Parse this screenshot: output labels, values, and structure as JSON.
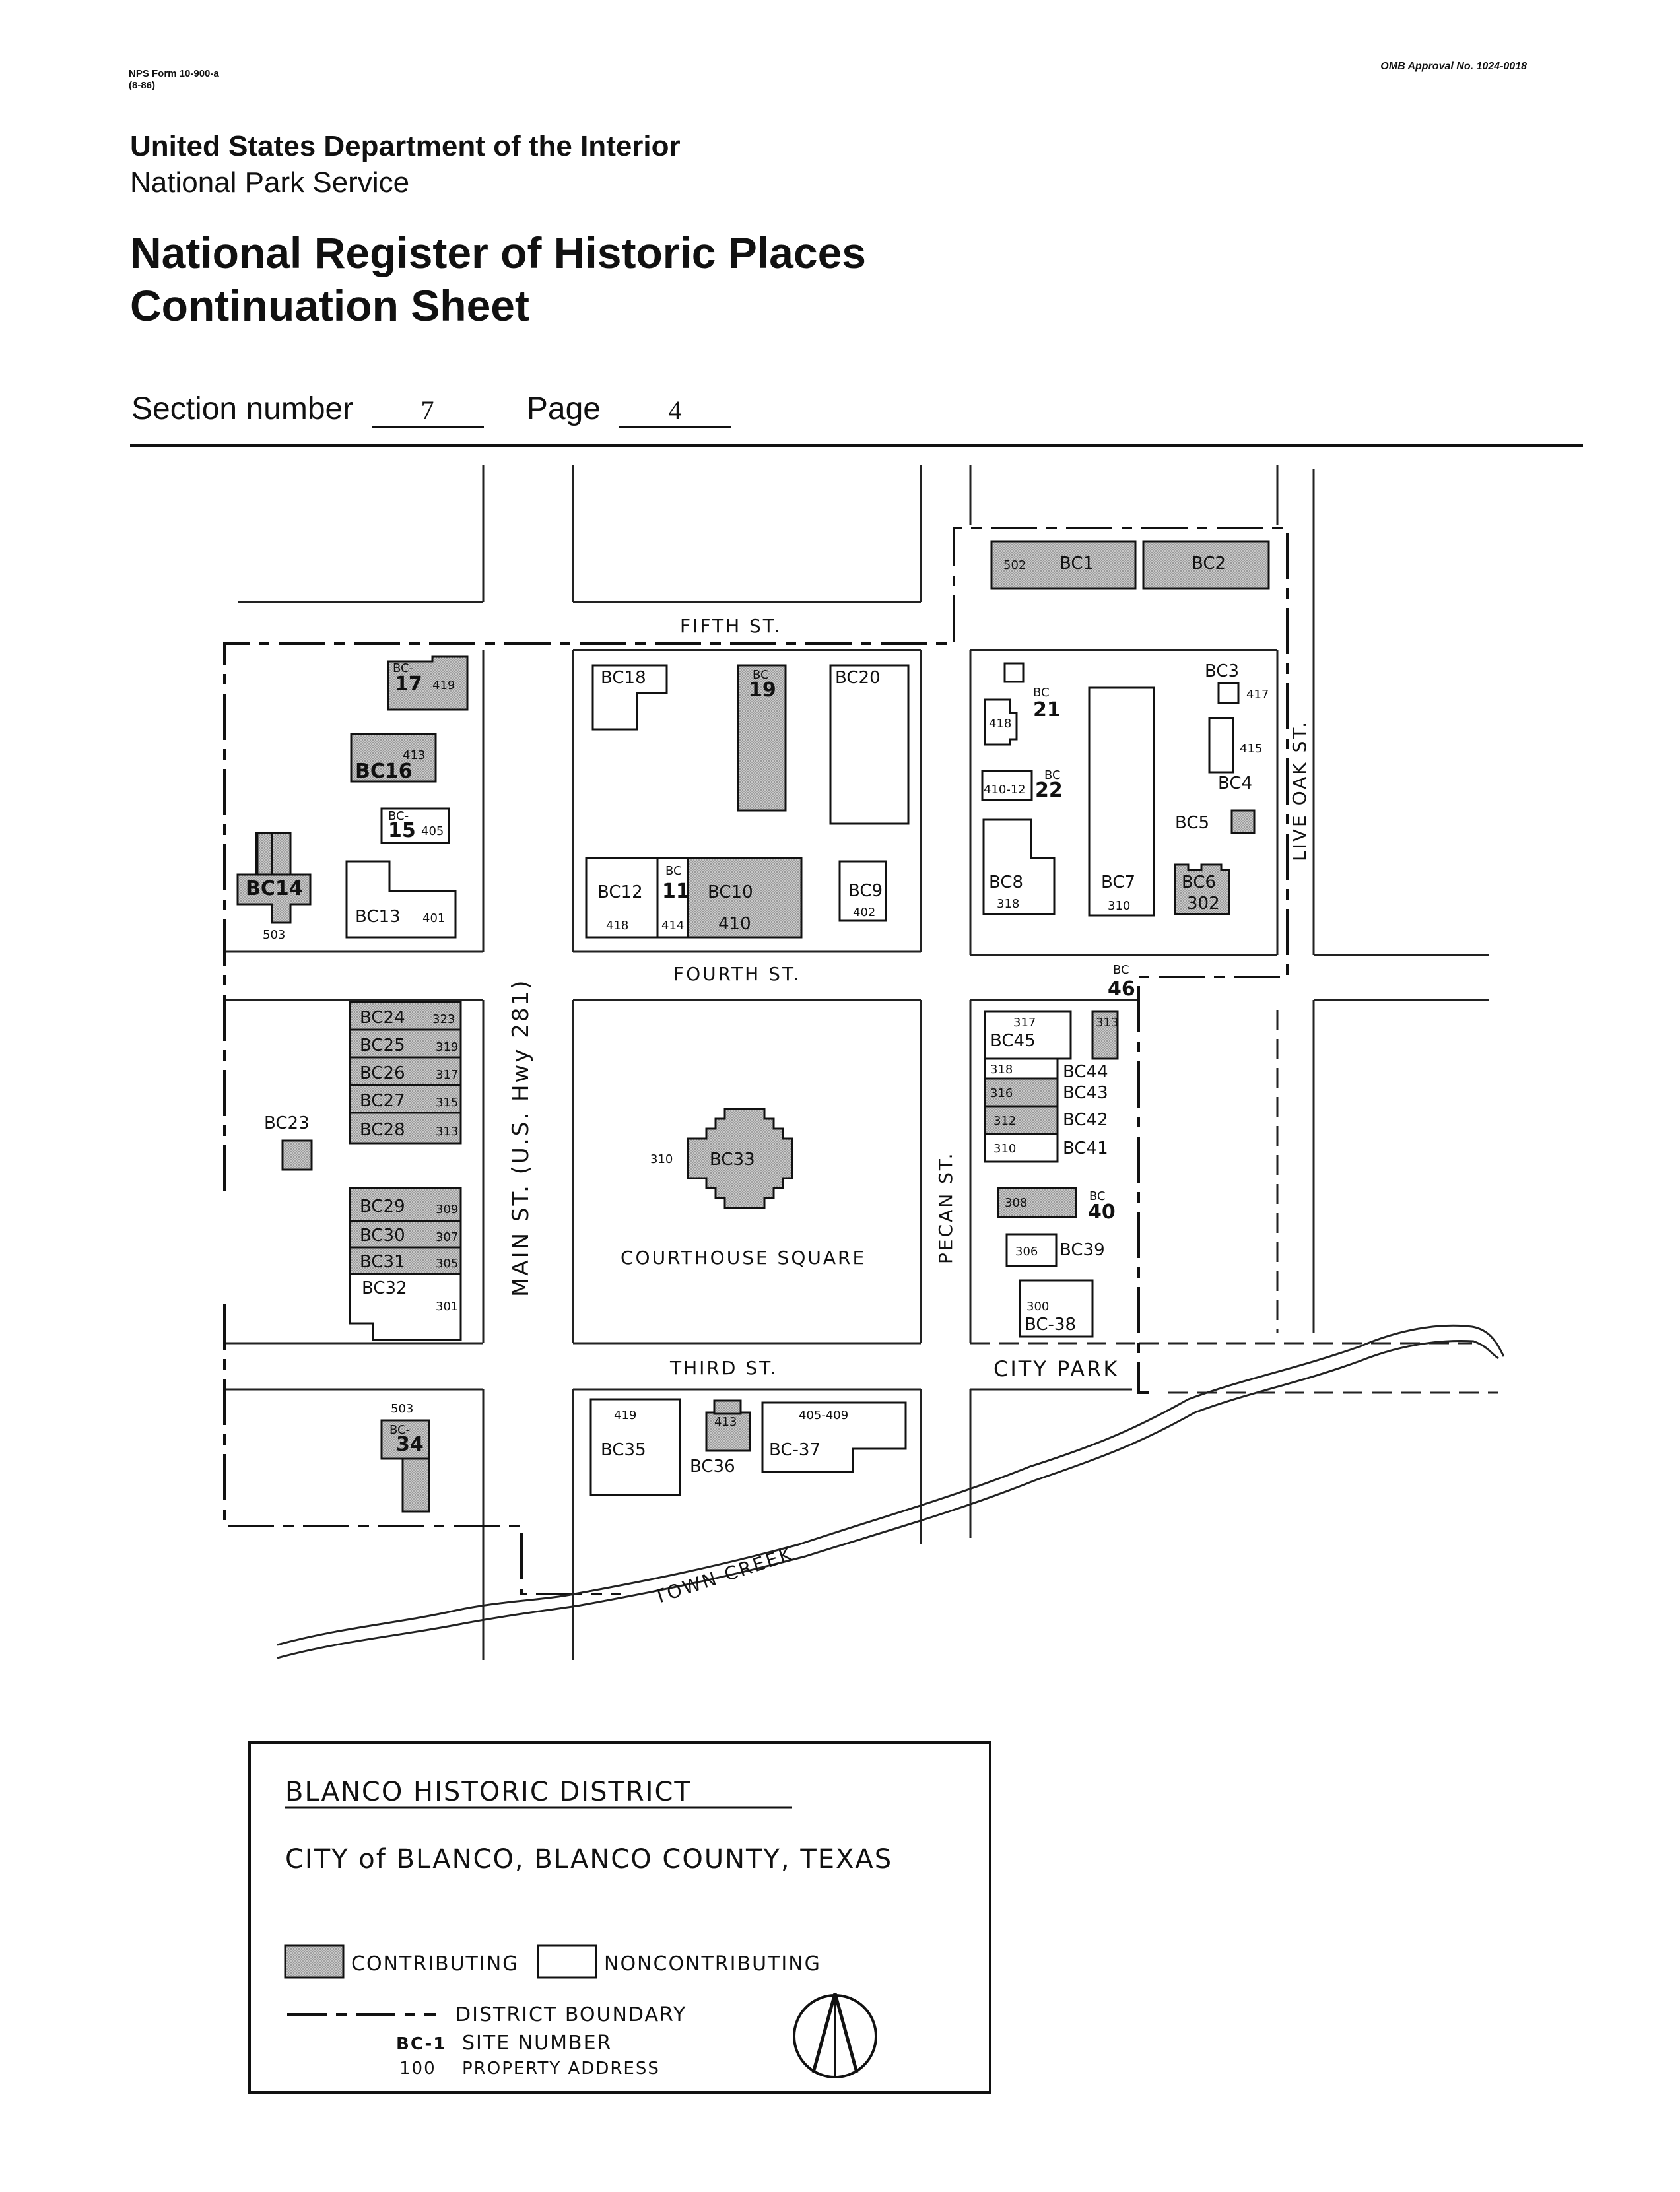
{
  "header": {
    "form_number": "NPS Form 10-900-a",
    "form_date": "(8-86)",
    "omb": "OMB Approval No. 1024-0018",
    "agency": "United States Department of the Interior",
    "service": "National Park Service",
    "title_line1": "National Register of Historic Places",
    "title_line2": "Continuation Sheet",
    "section_label": "Section number",
    "section_value": "7",
    "page_label": "Page",
    "page_value": "4"
  },
  "map": {
    "streets": {
      "fifth": "FIFTH ST.",
      "fourth": "FOURTH ST.",
      "third": "THIRD ST.",
      "main": "MAIN ST. (U.S. Hwy 281)",
      "pecan": "PECAN ST.",
      "live_oak": "LIVE OAK ST.",
      "creek": "TOWN CREEK",
      "courthouse": "COURTHOUSE SQUARE",
      "city_park": "CITY PARK"
    },
    "sites": {
      "bc1_addr": "502",
      "bc1": "BC1",
      "bc2": "BC2",
      "bc3": "BC3",
      "bc3_addr": "417",
      "bc4": "BC4",
      "bc4_addr": "415",
      "bc5": "BC5",
      "bc6": "BC6",
      "bc6_addr": "302",
      "bc7": "BC7",
      "bc7_addr": "310",
      "bc8": "BC8",
      "bc8_addr": "318",
      "bc9": "BC9",
      "bc9_addr": "402",
      "bc10": "BC10",
      "bc10_addr": "410",
      "bc11_pre": "BC",
      "bc11": "11",
      "bc11_addr": "414",
      "bc12": "BC12",
      "bc12_addr": "418",
      "bc13": "BC13",
      "bc13_addr": "401",
      "bc14": "BC14",
      "bc14_addr": "503",
      "bc15_pre": "BC-",
      "bc15": "15",
      "bc15_addr": "405",
      "bc16": "BC16",
      "bc16_addr": "413",
      "bc17_pre": "BC-",
      "bc17": "17",
      "bc17_addr": "419",
      "bc18": "BC18",
      "bc19_pre": "BC",
      "bc19": "19",
      "bc20": "BC20",
      "bc21_pre": "BC",
      "bc21": "21",
      "bc21_addr": "418",
      "bc22_pre": "BC",
      "bc22": "22",
      "bc22_addr": "410-12",
      "bc23": "BC23",
      "bc24": "BC24",
      "bc24_addr": "323",
      "bc25": "BC25",
      "bc25_addr": "319",
      "bc26": "BC26",
      "bc26_addr": "317",
      "bc27": "BC27",
      "bc27_addr": "315",
      "bc28": "BC28",
      "bc28_addr": "313",
      "bc29": "BC29",
      "bc29_addr": "309",
      "bc30": "BC30",
      "bc30_addr": "307",
      "bc31": "BC31",
      "bc31_addr": "305",
      "bc32": "BC32",
      "bc32_addr": "301",
      "bc33": "BC33",
      "bc33_addr": "310",
      "bc34_addr": "503",
      "bc34_pre": "BC-",
      "bc34": "34",
      "bc35_addr": "419",
      "bc35": "BC35",
      "bc36_addr": "413",
      "bc36": "BC36",
      "bc37_addr": "405-409",
      "bc37": "BC-37",
      "bc38_addr": "300",
      "bc38": "BC-38",
      "bc39_addr": "306",
      "bc39": "BC39",
      "bc40_addr": "308",
      "bc40_pre": "BC",
      "bc40": "40",
      "bc41_addr": "310",
      "bc41": "BC41",
      "bc42_addr": "312",
      "bc42": "BC42",
      "bc43_addr": "316",
      "bc43": "BC43",
      "bc44_addr": "318",
      "bc44": "BC44",
      "bc45_addr": "317",
      "bc45": "BC45",
      "bc46_pre": "BC",
      "bc46": "46",
      "bc46_addr": "313"
    },
    "legend": {
      "title": "BLANCO HISTORIC DISTRICT",
      "subtitle": "CITY of BLANCO, BLANCO COUNTY, TEXAS",
      "contributing": "CONTRIBUTING",
      "noncontributing": "NONCONTRIBUTING",
      "boundary": "DISTRICT BOUNDARY",
      "site_sym": "BC-1",
      "site_desc": "SITE NUMBER",
      "addr_sym": "100",
      "addr_desc": "PROPERTY ADDRESS"
    }
  }
}
